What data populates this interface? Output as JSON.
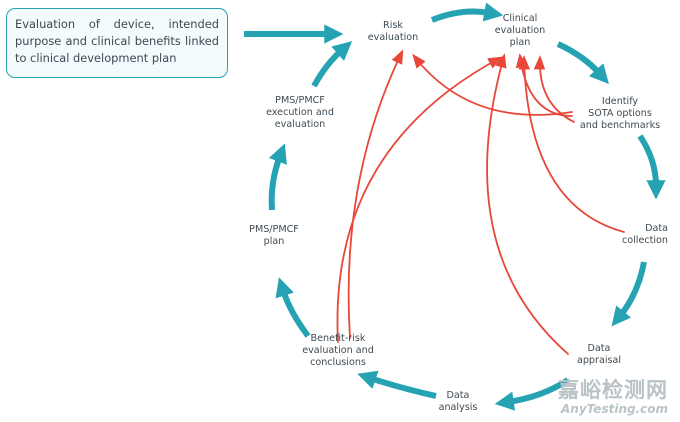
{
  "intro_text": "Evaluation of device, intended purpose and clinical benefits linked to clinical development plan",
  "nodes": {
    "risk_evaluation": "Risk\nevaluation",
    "clinical_evaluation_plan": "Clinical\nevaluation\nplan",
    "identify_sota": "Identify\nSOTA options\nand benchmarks",
    "data_collection": "Data\ncollection",
    "data_appraisal": "Data\nappraisal",
    "data_analysis": "Data\nanalysis",
    "benefit_risk": "Benefit-risk\nevaluation and\nconclusions",
    "pms_pmcf_plan": "PMS/PMCF\nplan",
    "pms_pmcf_execution": "PMS/PMCF\nexecution and\nevaluation"
  },
  "watermark": {
    "chinese": "嘉峪检测网",
    "latin": "AnyTesting.com"
  },
  "colors": {
    "cycle_arrow": "#25a3b2",
    "feedback_arrow": "#e8473a",
    "box_border": "#25a3b2",
    "text": "#3f4b54"
  }
}
